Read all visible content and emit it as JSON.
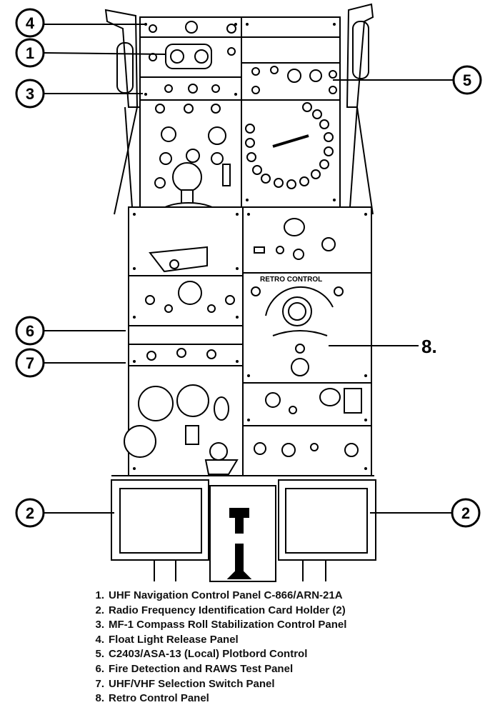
{
  "diagram": {
    "callouts": {
      "c1": "1",
      "c2_left": "2",
      "c2_right": "2",
      "c3": "3",
      "c4": "4",
      "c5": "5",
      "c6": "6",
      "c7": "7",
      "c8": "8."
    },
    "panel_label": "RETRO CONTROL"
  },
  "legend": {
    "items": [
      {
        "num": "1.",
        "text": "UHF Navigation Control Panel C-866/ARN-21A"
      },
      {
        "num": "2.",
        "text": "Radio Frequency Identification Card Holder (2)"
      },
      {
        "num": "3.",
        "text": "MF-1 Compass Roll Stabilization Control Panel"
      },
      {
        "num": "4.",
        "text": "Float Light Release Panel"
      },
      {
        "num": "5.",
        "text": "C2403/ASA-13 (Local) Plotbord Control"
      },
      {
        "num": "6.",
        "text": "Fire Detection and RAWS Test Panel"
      },
      {
        "num": "7.",
        "text": "UHF/VHF Selection Switch Panel"
      },
      {
        "num": "8.",
        "text": "Retro Control Panel"
      }
    ]
  }
}
